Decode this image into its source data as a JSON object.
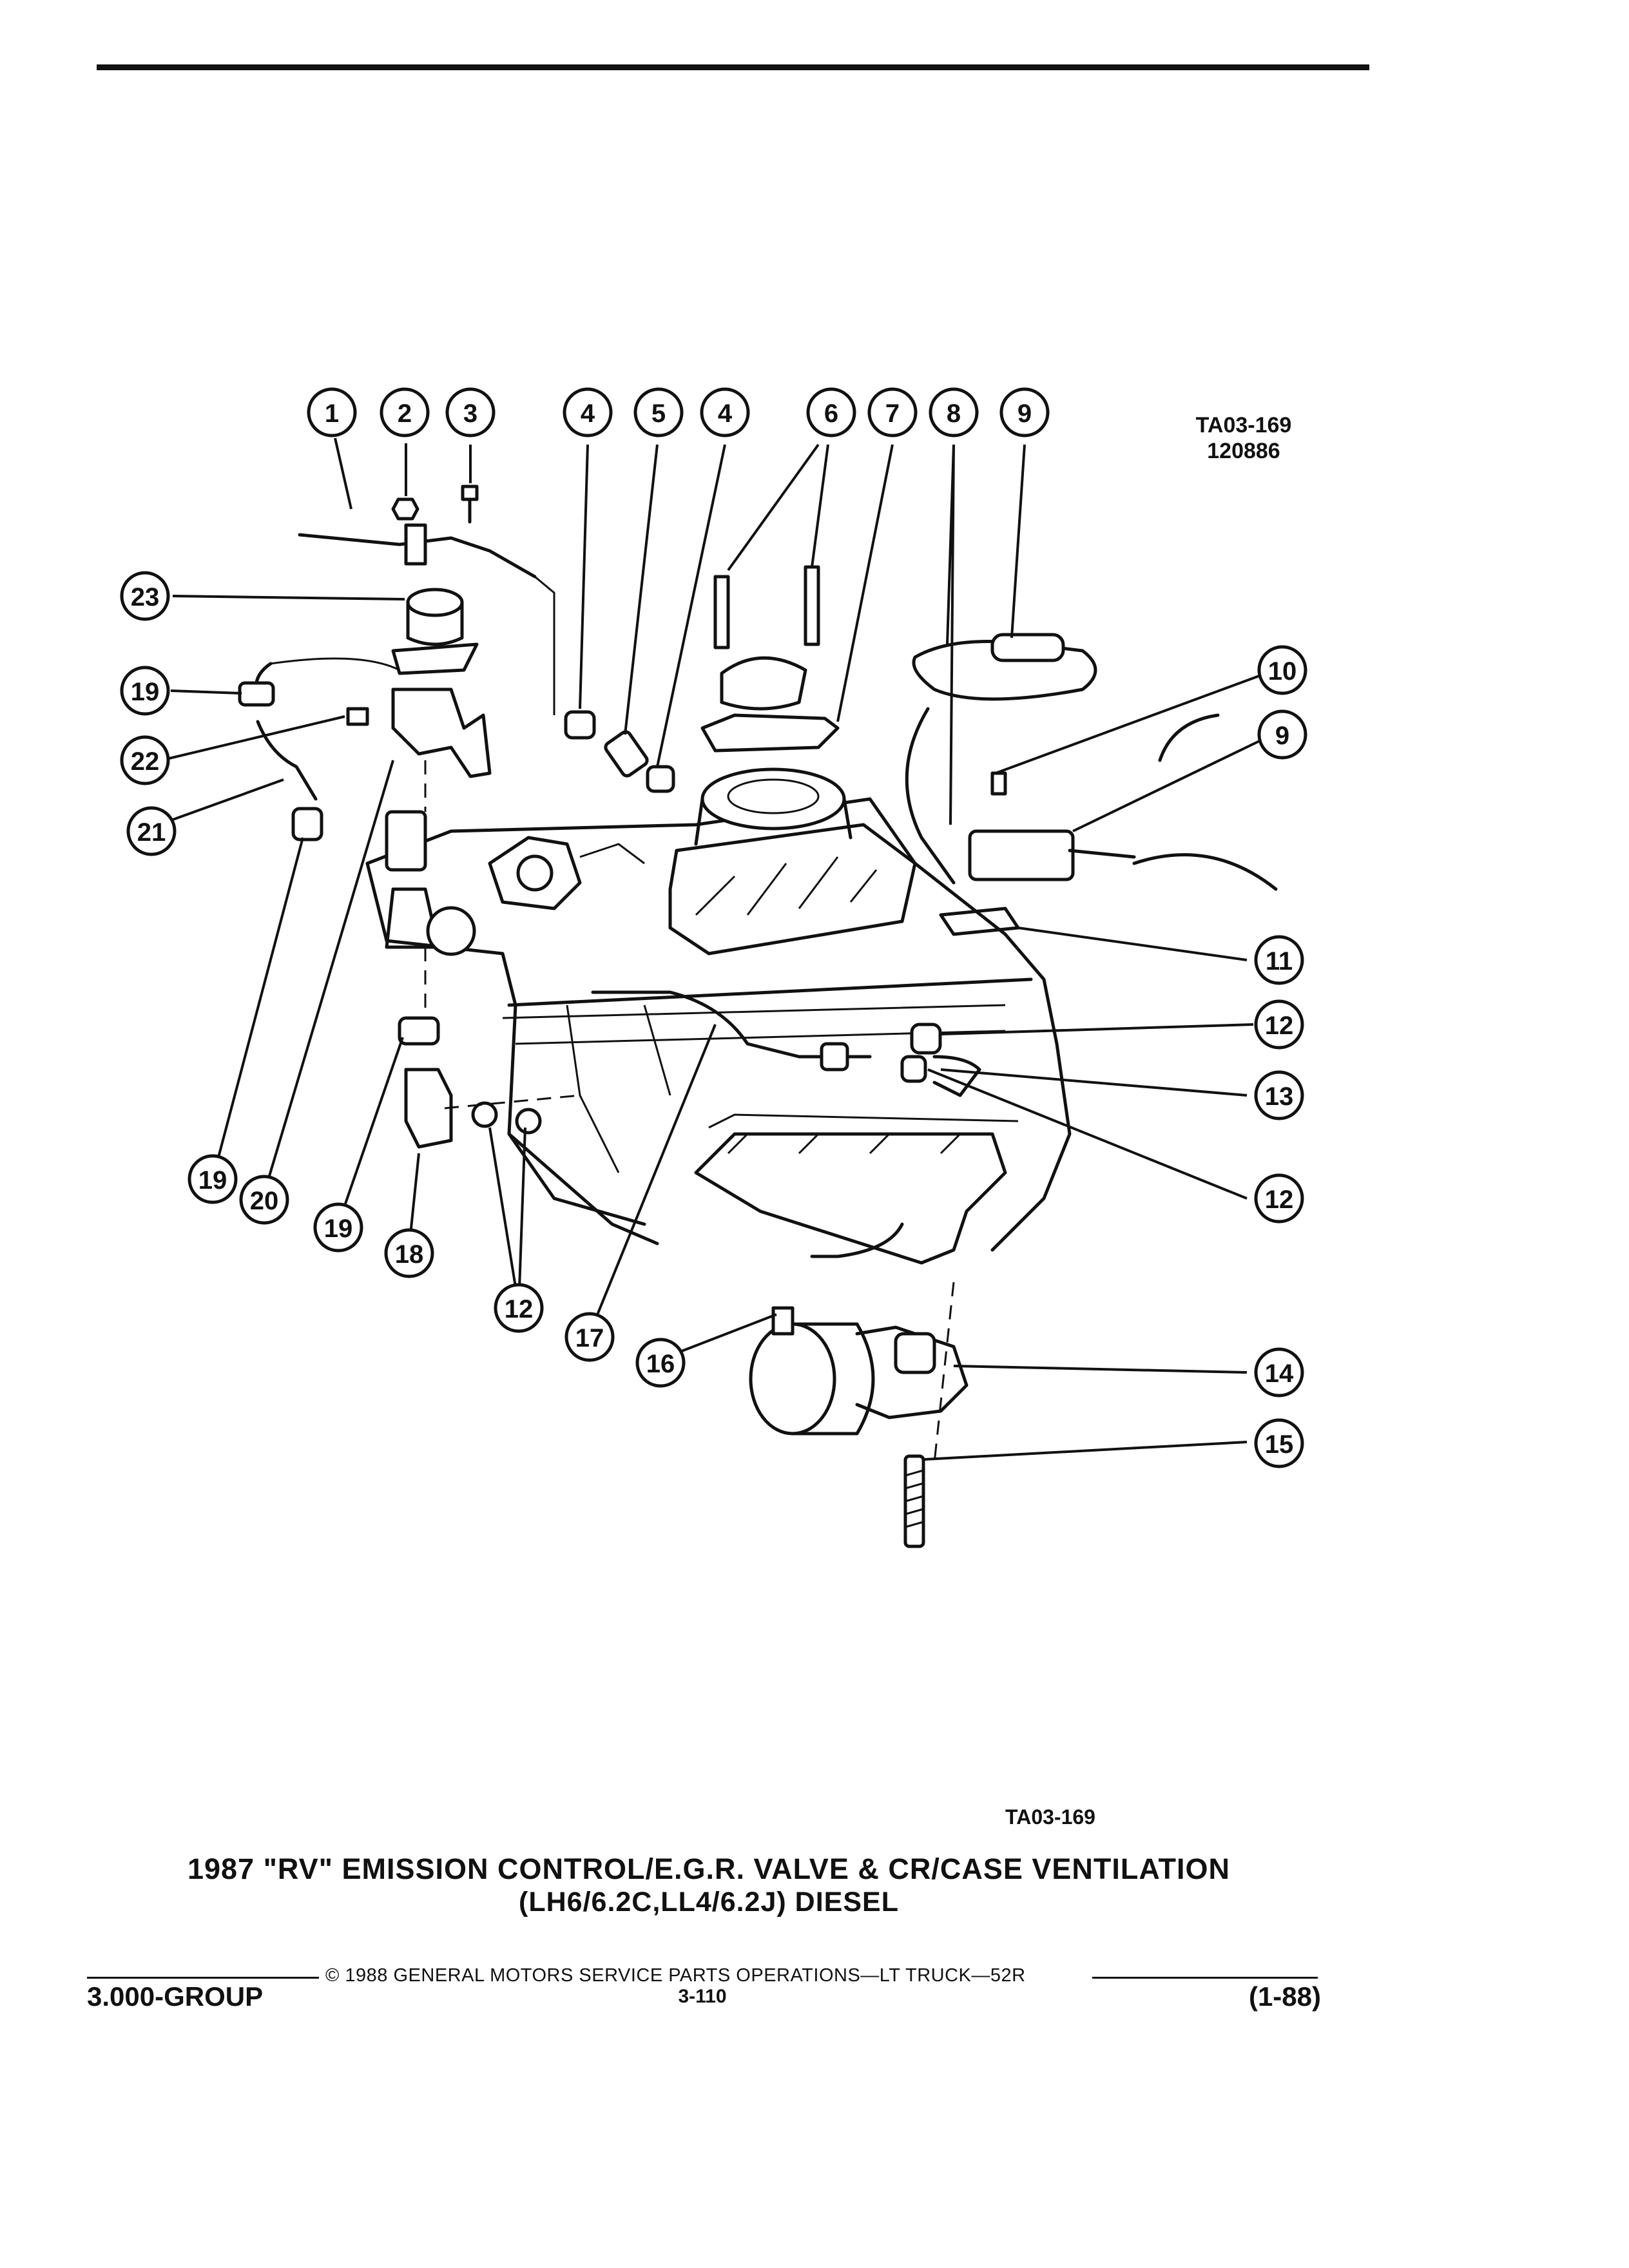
{
  "header": {
    "ref_code_top": "TA03-169",
    "ref_number_top": "120886"
  },
  "diagram": {
    "callouts": [
      "1",
      "2",
      "3",
      "4",
      "5",
      "4",
      "6",
      "7",
      "8",
      "9",
      "10",
      "9",
      "11",
      "12",
      "13",
      "12",
      "14",
      "15",
      "16",
      "17",
      "12",
      "18",
      "19",
      "20",
      "19",
      "21",
      "22",
      "19",
      "23"
    ]
  },
  "caption": {
    "ref_code": "TA03-169",
    "title_line1": "1987 \"RV\" EMISSION CONTROL/E.G.R. VALVE & CR/CASE VENTILATION",
    "title_line2": "(LH6/6.2C,LL4/6.2J) DIESEL"
  },
  "footer": {
    "copyright": "© 1988 GENERAL MOTORS SERVICE PARTS OPERATIONS—LT TRUCK—52R",
    "group": "3.000-GROUP",
    "page": "3-110",
    "date": "(1-88)"
  }
}
